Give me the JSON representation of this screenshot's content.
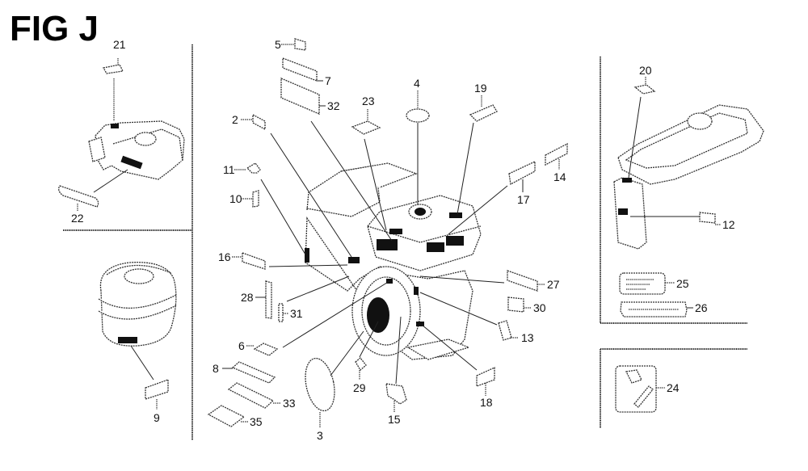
{
  "figure": {
    "title": "FIG J",
    "type": "exploded parts diagram - engine decals/labels"
  },
  "callouts": [
    {
      "id": "c2",
      "number": "2"
    },
    {
      "id": "c3",
      "number": "3"
    },
    {
      "id": "c4",
      "number": "4"
    },
    {
      "id": "c5",
      "number": "5"
    },
    {
      "id": "c6",
      "number": "6"
    },
    {
      "id": "c7",
      "number": "7"
    },
    {
      "id": "c8",
      "number": "8"
    },
    {
      "id": "c9",
      "number": "9"
    },
    {
      "id": "c10",
      "number": "10"
    },
    {
      "id": "c11",
      "number": "11"
    },
    {
      "id": "c12",
      "number": "12"
    },
    {
      "id": "c13",
      "number": "13"
    },
    {
      "id": "c14",
      "number": "14"
    },
    {
      "id": "c15",
      "number": "15"
    },
    {
      "id": "c16",
      "number": "16"
    },
    {
      "id": "c17",
      "number": "17"
    },
    {
      "id": "c18",
      "number": "18"
    },
    {
      "id": "c19",
      "number": "19"
    },
    {
      "id": "c20",
      "number": "20"
    },
    {
      "id": "c21",
      "number": "21"
    },
    {
      "id": "c22",
      "number": "22"
    },
    {
      "id": "c23",
      "number": "23"
    },
    {
      "id": "c24",
      "number": "24"
    },
    {
      "id": "c25",
      "number": "25"
    },
    {
      "id": "c26",
      "number": "26"
    },
    {
      "id": "c27",
      "number": "27"
    },
    {
      "id": "c28",
      "number": "28"
    },
    {
      "id": "c29",
      "number": "29"
    },
    {
      "id": "c30",
      "number": "30"
    },
    {
      "id": "c31",
      "number": "31"
    },
    {
      "id": "c32",
      "number": "32"
    },
    {
      "id": "c33",
      "number": "33"
    },
    {
      "id": "c35",
      "number": "35"
    }
  ],
  "panels": {
    "top_left": "air cleaner (box type)",
    "bottom_left": "air cleaner (oval type)",
    "center": "engine assembly",
    "top_right": "fuel tank",
    "bottom_right": "tool/manual label"
  }
}
